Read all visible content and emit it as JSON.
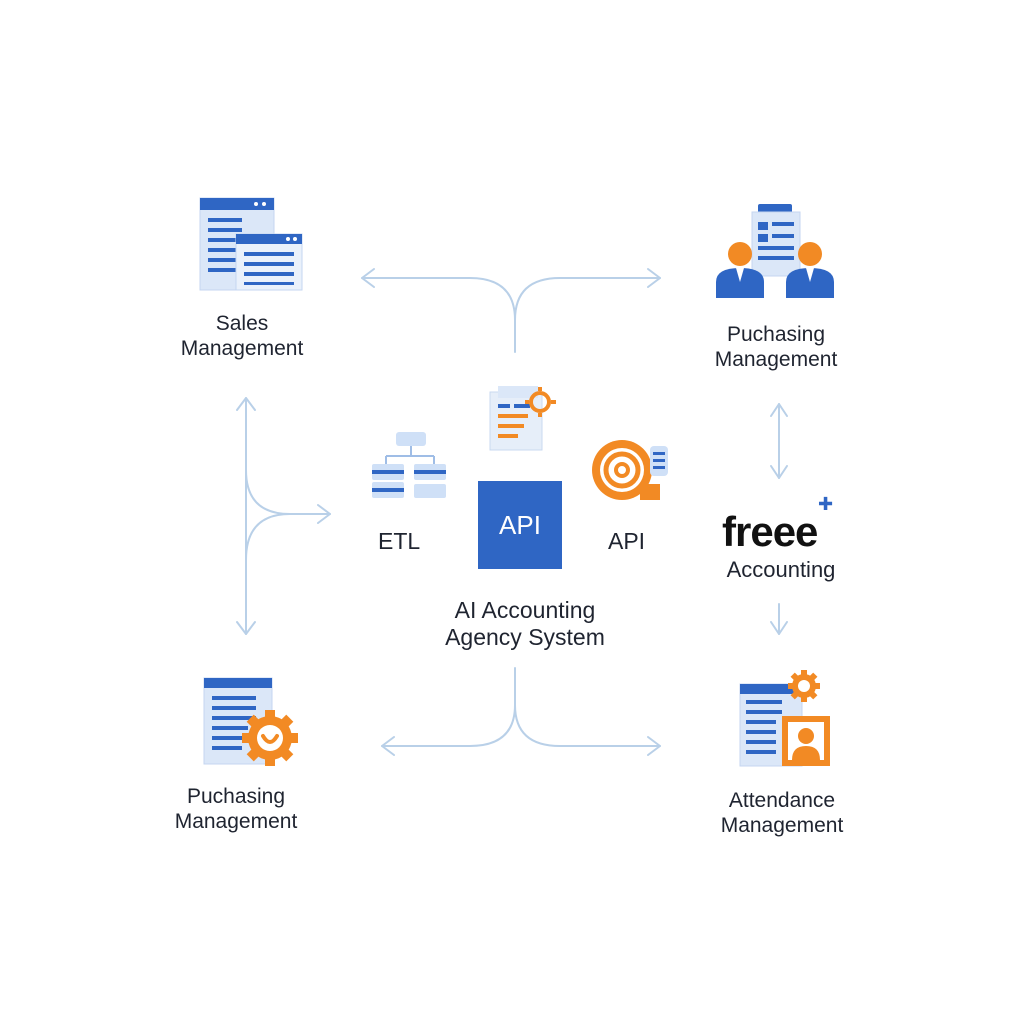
{
  "nodes": {
    "sales": {
      "line1": "Sales",
      "line2": "Management"
    },
    "purchasing_top": {
      "line1": "Puchasing",
      "line2": "Management"
    },
    "purchasing_bottom": {
      "line1": "Puchasing",
      "line2": "Management"
    },
    "attendance": {
      "line1": "Attendance",
      "line2": "Management"
    },
    "center": {
      "line1": "AI Accounting",
      "line2": "Agency System"
    },
    "etl": {
      "label": "ETL"
    },
    "api_box": {
      "label": "API"
    },
    "api_right": {
      "label": "API"
    },
    "freee": {
      "brand": "freee",
      "label": "Accounting"
    }
  },
  "colors": {
    "blue": "#2f66c4",
    "light_blue": "#cfe0f7",
    "orange": "#f28a24",
    "connector": "#b9d0e8"
  },
  "icons": [
    "window-stack-icon",
    "team-meeting-icon",
    "etl-hierarchy-icon",
    "document-gear-icon",
    "api-spiral-icon",
    "document-settings-icon",
    "attendance-profile-icon"
  ]
}
